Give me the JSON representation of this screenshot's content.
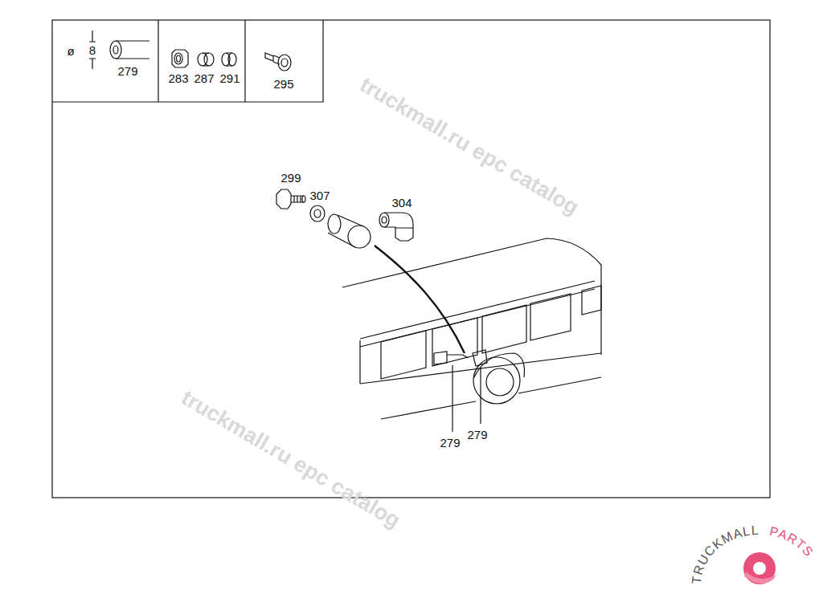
{
  "diagram": {
    "labels": [
      "ø",
      "8",
      "279",
      "283",
      "287",
      "291",
      "295",
      "299",
      "307",
      "304",
      "279",
      "279",
      "truckmall.ru epc catalog",
      "truckmall.ru epc catalog",
      "TRUCKMALL",
      "PARTS"
    ]
  }
}
